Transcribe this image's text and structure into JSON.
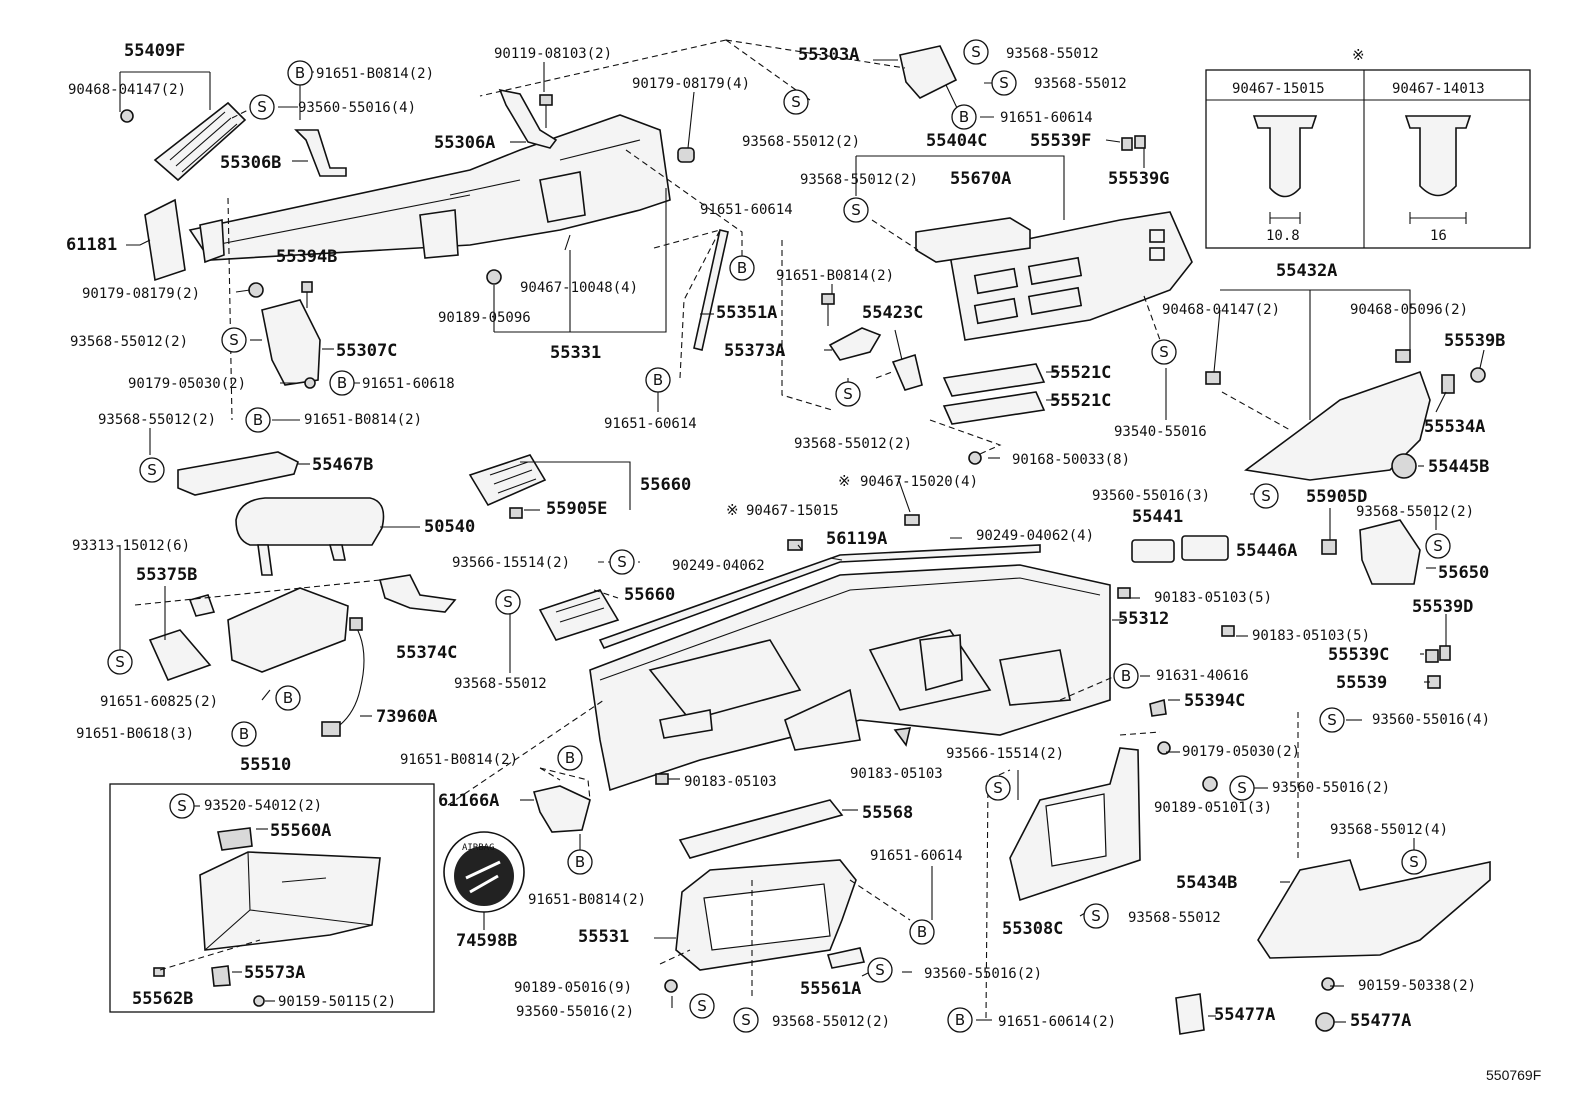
{
  "diagram_id": "550769F",
  "note_symbol": "※",
  "marker_s": "S",
  "marker_b": "B",
  "airbag_text": "AIRBAG",
  "callouts": [
    {
      "id": "c01",
      "text": "55409F"
    },
    {
      "id": "c02",
      "text": "90468-04147(2)"
    },
    {
      "id": "c03",
      "text": "91651-B0814(2)"
    },
    {
      "id": "c04",
      "text": "93560-55016(4)"
    },
    {
      "id": "c05",
      "text": "55306B"
    },
    {
      "id": "c06",
      "text": "61181"
    },
    {
      "id": "c07",
      "text": "55394B"
    },
    {
      "id": "c08",
      "text": "90179-08179(2)"
    },
    {
      "id": "c09",
      "text": "93568-55012(2)"
    },
    {
      "id": "c10",
      "text": "55307C"
    },
    {
      "id": "c11",
      "text": "90179-05030(2)"
    },
    {
      "id": "c12",
      "text": "91651-60618"
    },
    {
      "id": "c13",
      "text": "93568-55012(2)"
    },
    {
      "id": "c14",
      "text": "91651-B0814(2)"
    },
    {
      "id": "c15",
      "text": "55467B"
    },
    {
      "id": "c16",
      "text": "50540"
    },
    {
      "id": "c17",
      "text": "93313-15012(6)"
    },
    {
      "id": "c18",
      "text": "55375B"
    },
    {
      "id": "c19",
      "text": "55374C"
    },
    {
      "id": "c20",
      "text": "91651-60825(2)"
    },
    {
      "id": "c21",
      "text": "91651-B0618(3)"
    },
    {
      "id": "c22",
      "text": "73960A"
    },
    {
      "id": "c23",
      "text": "55510"
    },
    {
      "id": "c24",
      "text": "93520-54012(2)"
    },
    {
      "id": "c25",
      "text": "55560A"
    },
    {
      "id": "c26",
      "text": "55573A"
    },
    {
      "id": "c27",
      "text": "55562B"
    },
    {
      "id": "c28",
      "text": "90159-50115(2)"
    },
    {
      "id": "c29",
      "text": "90119-08103(2)"
    },
    {
      "id": "c30",
      "text": "90179-08179(4)"
    },
    {
      "id": "c31",
      "text": "55306A"
    },
    {
      "id": "c32",
      "text": "90467-10048(4)"
    },
    {
      "id": "c33",
      "text": "90189-05096"
    },
    {
      "id": "c34",
      "text": "55331"
    },
    {
      "id": "c35",
      "text": "91651-60614"
    },
    {
      "id": "c36",
      "text": "55351A"
    },
    {
      "id": "c37",
      "text": "91651-60614"
    },
    {
      "id": "c38",
      "text": "55660"
    },
    {
      "id": "c39",
      "text": "55905E"
    },
    {
      "id": "c40",
      "text": "93566-15514(2)"
    },
    {
      "id": "c41",
      "text": "55660"
    },
    {
      "id": "c42",
      "text": "93568-55012"
    },
    {
      "id": "c43",
      "text": "90467-15015"
    },
    {
      "id": "c44",
      "text": "90249-04062"
    },
    {
      "id": "c45",
      "text": "56119A"
    },
    {
      "id": "c46",
      "text": "91651-B0814(2)"
    },
    {
      "id": "c47",
      "text": "61166A"
    },
    {
      "id": "c48",
      "text": "91651-B0814(2)"
    },
    {
      "id": "c49",
      "text": "74598B"
    },
    {
      "id": "c50",
      "text": "90183-05103"
    },
    {
      "id": "c51",
      "text": "55568"
    },
    {
      "id": "c52",
      "text": "55531"
    },
    {
      "id": "c53",
      "text": "90189-05016(9)"
    },
    {
      "id": "c54",
      "text": "93560-55016(2)"
    },
    {
      "id": "c55",
      "text": "55561A"
    },
    {
      "id": "c56",
      "text": "93560-55016(2)"
    },
    {
      "id": "c57",
      "text": "93568-55012(2)"
    },
    {
      "id": "c58",
      "text": "91651-60614"
    },
    {
      "id": "c59",
      "text": "55303A"
    },
    {
      "id": "c60",
      "text": "93568-55012"
    },
    {
      "id": "c61",
      "text": "93568-55012"
    },
    {
      "id": "c62",
      "text": "91651-60614"
    },
    {
      "id": "c63",
      "text": "93568-55012(2)"
    },
    {
      "id": "c64",
      "text": "55404C"
    },
    {
      "id": "c65",
      "text": "55539F"
    },
    {
      "id": "c66",
      "text": "93568-55012(2)"
    },
    {
      "id": "c67",
      "text": "55670A"
    },
    {
      "id": "c68",
      "text": "55539G"
    },
    {
      "id": "c69",
      "text": "91651-B0814(2)"
    },
    {
      "id": "c70",
      "text": "55423C"
    },
    {
      "id": "c71",
      "text": "55373A"
    },
    {
      "id": "c72",
      "text": "55521C"
    },
    {
      "id": "c73",
      "text": "55521C"
    },
    {
      "id": "c74",
      "text": "93568-55012(2)"
    },
    {
      "id": "c75",
      "text": "90168-50033(8)"
    },
    {
      "id": "c76",
      "text": "93540-55016"
    },
    {
      "id": "c77",
      "text": "90467-15020(4)"
    },
    {
      "id": "c78",
      "text": "90249-04062(4)"
    },
    {
      "id": "c79",
      "text": "55441"
    },
    {
      "id": "c80",
      "text": "55446A"
    },
    {
      "id": "c81",
      "text": "93560-55016(3)"
    },
    {
      "id": "c82",
      "text": "55905D"
    },
    {
      "id": "c83",
      "text": "90183-05103(5)"
    },
    {
      "id": "c84",
      "text": "55312"
    },
    {
      "id": "c85",
      "text": "90183-05103(5)"
    },
    {
      "id": "c86",
      "text": "91631-40616"
    },
    {
      "id": "c87",
      "text": "55394C"
    },
    {
      "id": "c88",
      "text": "90183-05103"
    },
    {
      "id": "c89",
      "text": "93566-15514(2)"
    },
    {
      "id": "c90",
      "text": "90179-05030(2)"
    },
    {
      "id": "c91",
      "text": "93560-55016(2)"
    },
    {
      "id": "c92",
      "text": "90189-05101(3)"
    },
    {
      "id": "c93",
      "text": "55308C"
    },
    {
      "id": "c94",
      "text": "93568-55012"
    },
    {
      "id": "c95",
      "text": "91651-60614(2)"
    },
    {
      "id": "c96",
      "text": "55477A"
    },
    {
      "id": "c97",
      "text": "55432A"
    },
    {
      "id": "c98",
      "text": "90468-04147(2)"
    },
    {
      "id": "c99",
      "text": "90468-05096(2)"
    },
    {
      "id": "c100",
      "text": "55539B"
    },
    {
      "id": "c101",
      "text": "55534A"
    },
    {
      "id": "c102",
      "text": "55445B"
    },
    {
      "id": "c103",
      "text": "93568-55012(2)"
    },
    {
      "id": "c104",
      "text": "55650"
    },
    {
      "id": "c105",
      "text": "55539D"
    },
    {
      "id": "c106",
      "text": "55539C"
    },
    {
      "id": "c107",
      "text": "55539"
    },
    {
      "id": "c108",
      "text": "93560-55016(4)"
    },
    {
      "id": "c109",
      "text": "93568-55012(4)"
    },
    {
      "id": "c110",
      "text": "55434B"
    },
    {
      "id": "c111",
      "text": "90159-50338(2)"
    },
    {
      "id": "c112",
      "text": "55477A"
    }
  ],
  "inset": {
    "col1_header": "90467-15015",
    "col2_header": "90467-14013",
    "col1_dim": "10.8",
    "col2_dim": "16"
  }
}
